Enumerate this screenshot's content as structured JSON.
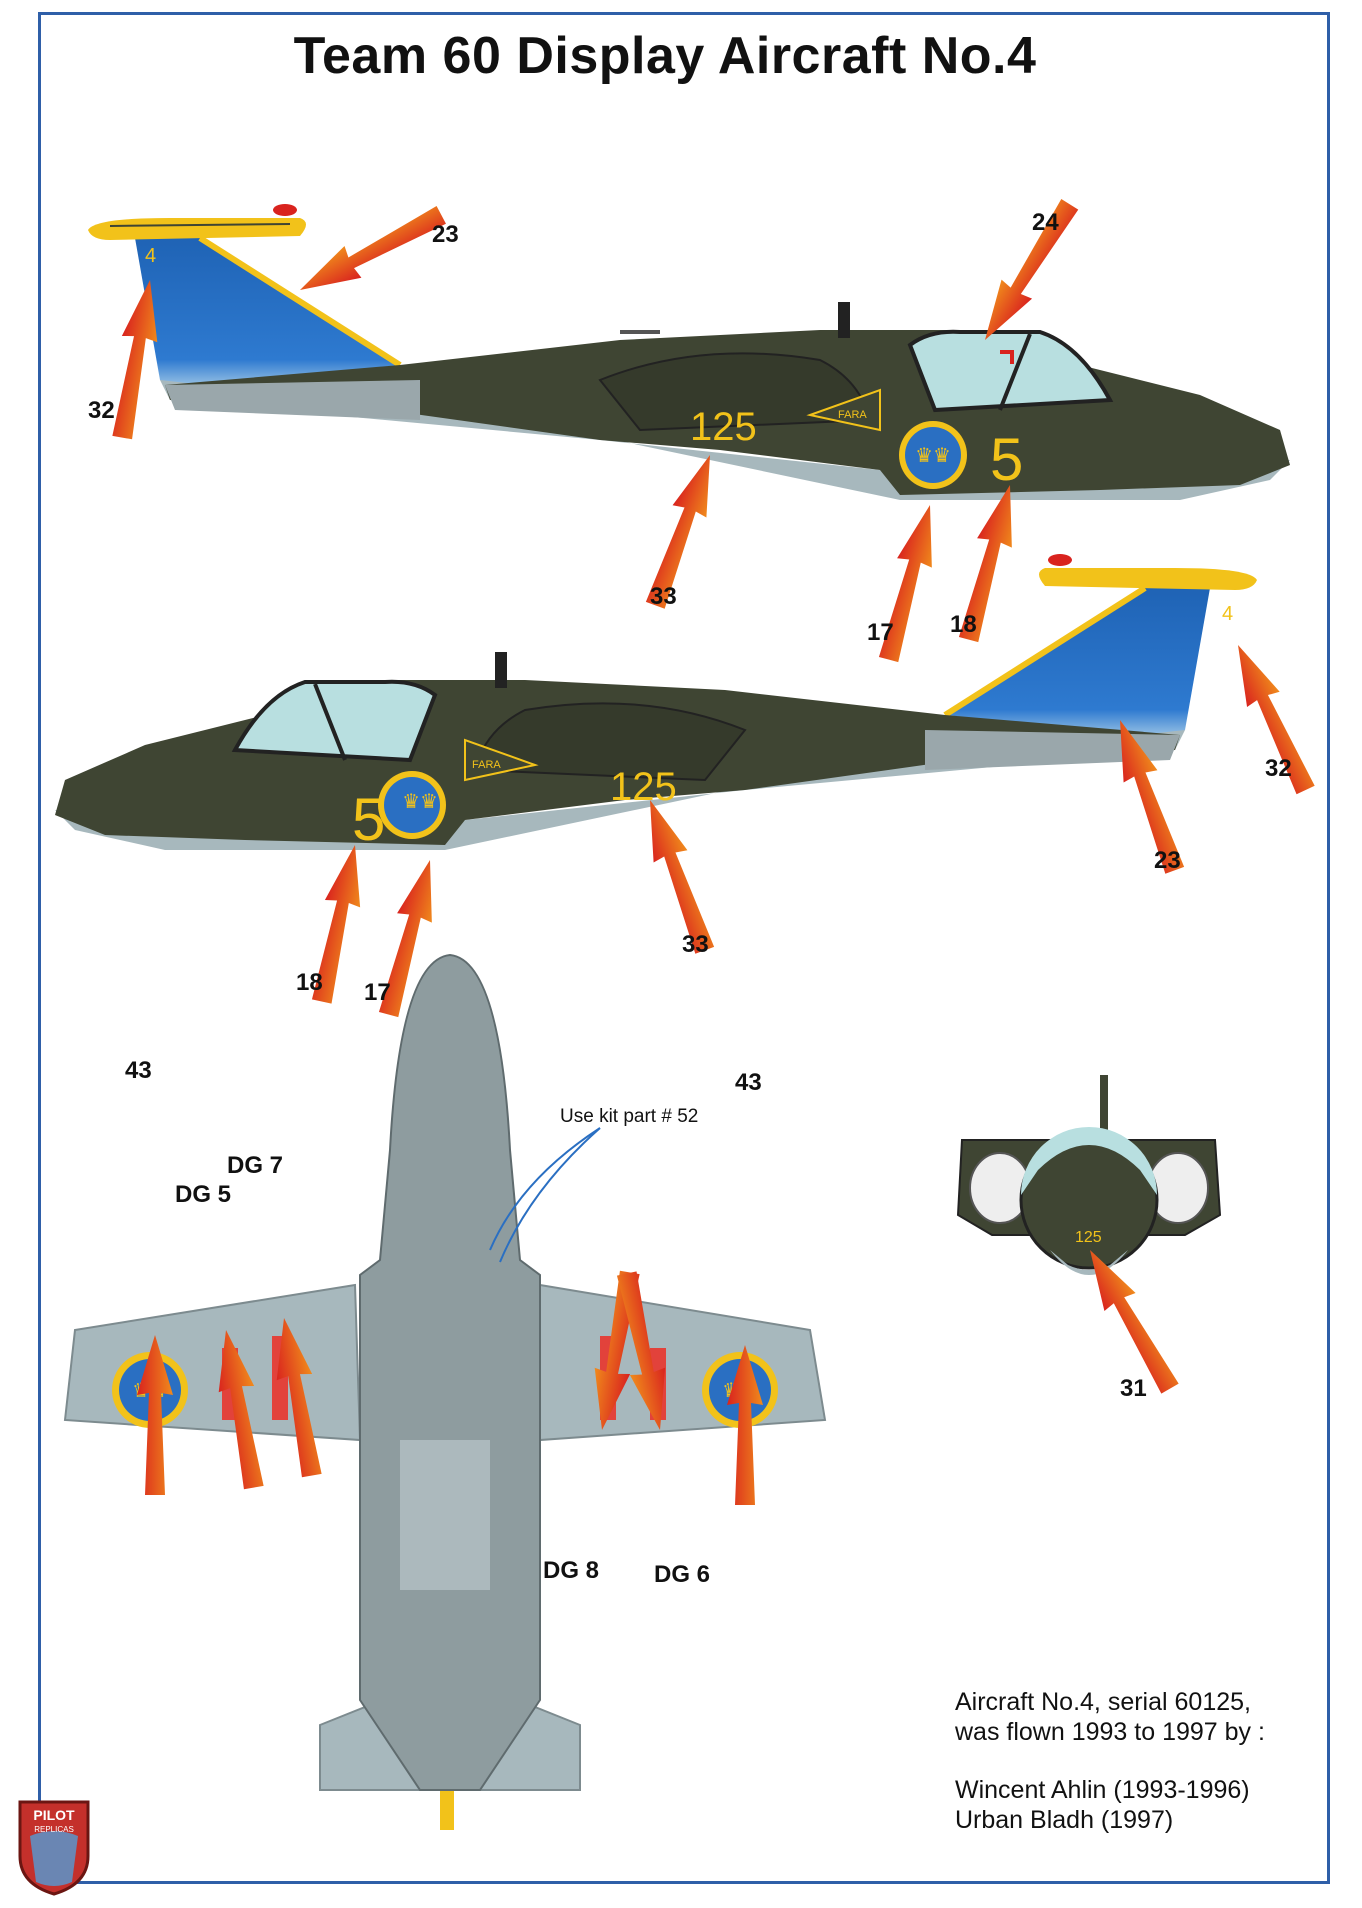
{
  "title": "Team 60 Display Aircraft No.4",
  "markings": {
    "tail_number": "4",
    "fuselage_code": "125",
    "nose_number": "5",
    "intake_code": "125",
    "fara": "FARA"
  },
  "callouts": {
    "top_view": {
      "tail_left": "32",
      "tail_top": "23",
      "canopy": "24",
      "fuselage": "33",
      "roundel": "17",
      "numeral": "18"
    },
    "bottom_view": {
      "numeral": "18",
      "roundel": "17",
      "fuselage": "33",
      "fin": "23",
      "tail": "32"
    },
    "plan_view": {
      "wing_left": "43",
      "wing_right": "43",
      "dg5": "DG 5",
      "dg7": "DG 7",
      "dg8": "DG 8",
      "dg6": "DG 6"
    },
    "front_view": {
      "intake": "31"
    }
  },
  "kit_note": "Use kit part # 52",
  "info": {
    "line1": "Aircraft No.4, serial 60125,",
    "line2": "was flown 1993 to 1997 by :",
    "pilot1": "Wincent Ahlin (1993-1996)",
    "pilot2": "Urban Bladh (1997)"
  },
  "logo": {
    "line1": "PILOT",
    "line2": "REPLICAS"
  },
  "colors": {
    "camo_green": "#3f4533",
    "underside_grey": "#a7b8bd",
    "tail_blue": "#1f63b5",
    "marking_yellow": "#f2c21a",
    "roundel_blue": "#2a6fc2",
    "stripe_red": "#e2423b",
    "arrow_red": "#d9231e",
    "frame_blue": "#2f5fa8",
    "canopy": "#b8dfe0"
  }
}
